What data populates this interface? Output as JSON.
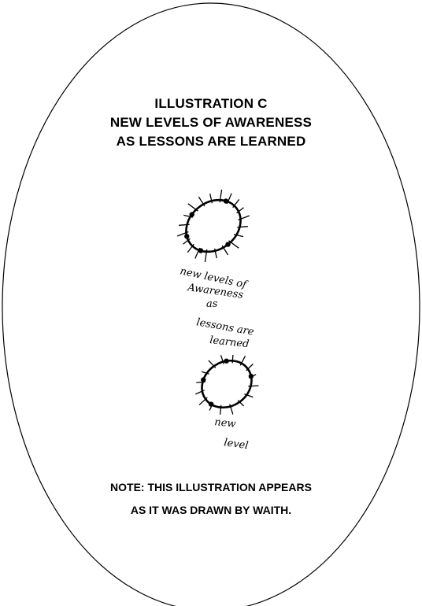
{
  "header": {
    "title_line1": "ILLUSTRATION C",
    "title_line2": "NEW LEVELS OF AWARENESS",
    "title_line3": "AS LESSONS ARE LEARNED"
  },
  "drawing": {
    "middle_label_lines": [
      "new levels of",
      "Awareness",
      "as",
      "lessons are",
      "learned"
    ],
    "bottom_label_lines": [
      "new",
      "level"
    ]
  },
  "note": {
    "line1": "NOTE: THIS ILLUSTRATION APPEARS",
    "line2": "AS IT WAS DRAWN BY WAITH."
  },
  "colors": {
    "ink": "#000000",
    "background": "#ffffff"
  }
}
